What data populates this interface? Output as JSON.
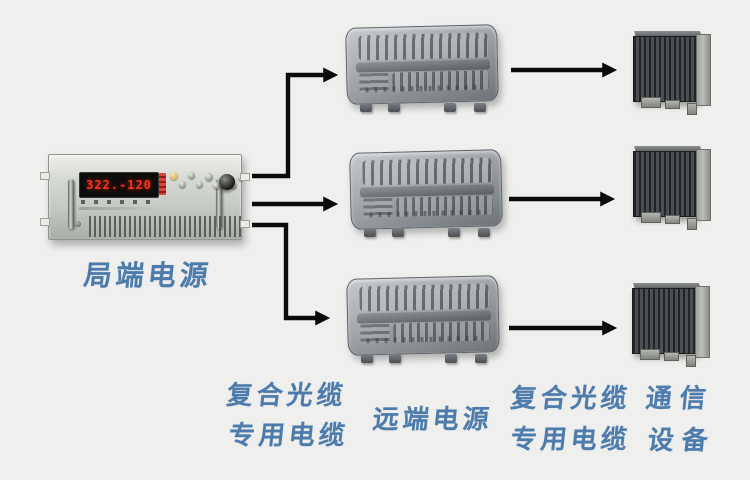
{
  "diagram": {
    "devices": {
      "local_power_label": "局端电源",
      "remote_power_label": "远端电源",
      "comm_label_line1": "通信",
      "comm_label_line2": "设备"
    },
    "cables": {
      "left_line1": "复合光缆",
      "left_line2": "专用电缆",
      "right_line1": "复合光缆",
      "right_line2": "专用电缆"
    },
    "psu": {
      "display_value": "322.-120"
    },
    "colors": {
      "label_blue": "#4d7bab",
      "arrow_black": "#0b0b0b",
      "background": "#efefee"
    }
  }
}
